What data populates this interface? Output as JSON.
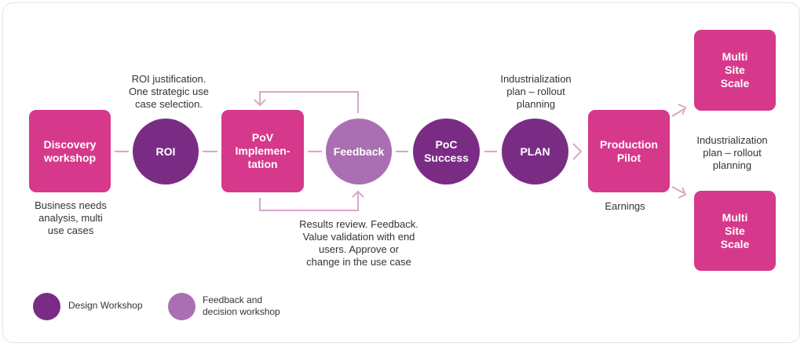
{
  "nodes": {
    "discovery": "Discovery\nworkshop",
    "roi": "ROI",
    "pov": "PoV\nImplemen-\ntation",
    "feedback": "Feedback",
    "poc": "PoC\nSuccess",
    "plan": "PLAN",
    "production": "Production\nPilot",
    "multi_top": "Multi\nSite\nScale",
    "multi_bottom": "Multi\nSite\nScale"
  },
  "notes": {
    "discovery": "Business needs\nanalysis, multi\nuse cases",
    "roi": "ROI justification.\nOne strategic use\ncase selection.",
    "feedback": "Results review. Feedback.\nValue validation with end\nusers. Approve or\nchange in the use case",
    "plan": "Industrialization\nplan – rollout\nplanning",
    "production": "Earnings",
    "scale": "Industrialization\nplan – rollout\nplanning"
  },
  "legend": {
    "design": "Design Workshop",
    "feedback": "Feedback and\ndecision workshop"
  },
  "colors": {
    "pink": "#d6398b",
    "dark_purple": "#7a2c85",
    "light_purple": "#aa6fb2",
    "connector": "#d9a6c8"
  }
}
